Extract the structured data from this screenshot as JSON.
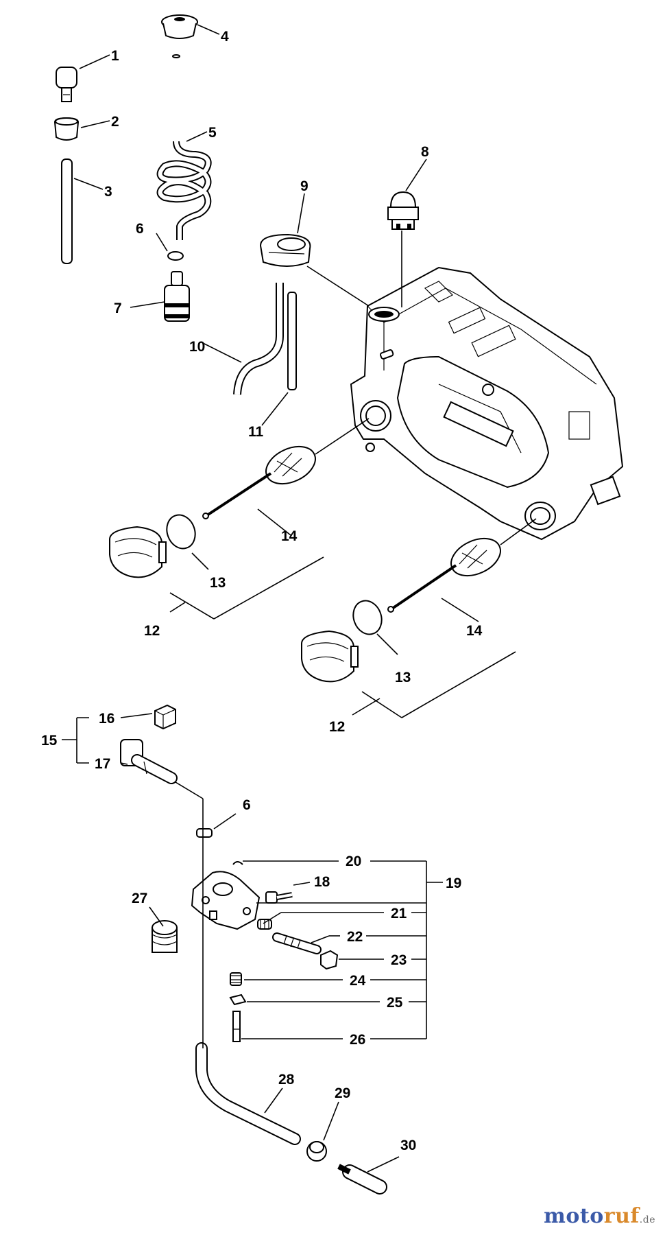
{
  "callouts": {
    "c1": "1",
    "c2": "2",
    "c3": "3",
    "c4": "4",
    "c5": "5",
    "c6a": "6",
    "c7": "7",
    "c8": "8",
    "c9": "9",
    "c10": "10",
    "c11": "11",
    "c12a": "12",
    "c13a": "13",
    "c14a": "14",
    "c12b": "12",
    "c13b": "13",
    "c14b": "14",
    "c15": "15",
    "c16": "16",
    "c17": "17",
    "c6b": "6",
    "c18": "18",
    "c19": "19",
    "c20": "20",
    "c21": "21",
    "c22": "22",
    "c23": "23",
    "c24": "24",
    "c25": "25",
    "c26": "26",
    "c27": "27",
    "c28": "28",
    "c29": "29",
    "c30": "30"
  },
  "watermark": {
    "part1": "moto",
    "part2": "ruf",
    "part3": ".de"
  }
}
